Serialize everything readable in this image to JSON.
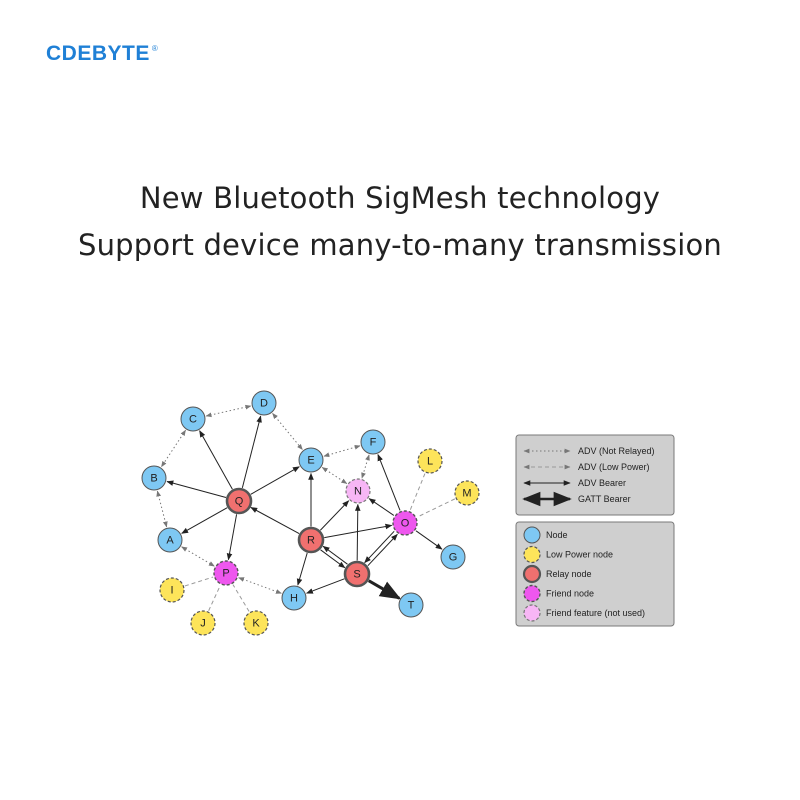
{
  "brand": {
    "name": "CDEBYTE",
    "mark": "®"
  },
  "headline": {
    "line1": "New Bluetooth SigMesh technology",
    "line2": "Support device many-to-many transmission"
  },
  "colors": {
    "brand": "#1f80d6",
    "node": "#7ec8f3",
    "low_power": "#fde45a",
    "relay": "#f0706f",
    "friend": "#ee57ee",
    "friend_unused": "#f7b6f5",
    "legend_bg": "#cfcfcf"
  },
  "nodes": [
    {
      "id": "A",
      "type": "node"
    },
    {
      "id": "B",
      "type": "node"
    },
    {
      "id": "C",
      "type": "node"
    },
    {
      "id": "D",
      "type": "node"
    },
    {
      "id": "E",
      "type": "node"
    },
    {
      "id": "F",
      "type": "node"
    },
    {
      "id": "G",
      "type": "node"
    },
    {
      "id": "H",
      "type": "node"
    },
    {
      "id": "T",
      "type": "node"
    },
    {
      "id": "Q",
      "type": "relay"
    },
    {
      "id": "R",
      "type": "relay"
    },
    {
      "id": "S",
      "type": "relay"
    },
    {
      "id": "P",
      "type": "friend"
    },
    {
      "id": "O",
      "type": "friend"
    },
    {
      "id": "N",
      "type": "friend_unused"
    },
    {
      "id": "I",
      "type": "low_power"
    },
    {
      "id": "J",
      "type": "low_power"
    },
    {
      "id": "K",
      "type": "low_power"
    },
    {
      "id": "L",
      "type": "low_power"
    },
    {
      "id": "M",
      "type": "low_power"
    }
  ],
  "edges": [
    {
      "from": "C",
      "to": "D",
      "kind": "adv_not_relayed"
    },
    {
      "from": "C",
      "to": "B",
      "kind": "adv_not_relayed"
    },
    {
      "from": "B",
      "to": "A",
      "kind": "adv_not_relayed"
    },
    {
      "from": "D",
      "to": "E",
      "kind": "adv_not_relayed"
    },
    {
      "from": "E",
      "to": "F",
      "kind": "adv_not_relayed"
    },
    {
      "from": "F",
      "to": "N",
      "kind": "adv_not_relayed"
    },
    {
      "from": "E",
      "to": "N",
      "kind": "adv_not_relayed"
    },
    {
      "from": "A",
      "to": "P",
      "kind": "adv_not_relayed"
    },
    {
      "from": "P",
      "to": "H",
      "kind": "adv_not_relayed"
    },
    {
      "from": "I",
      "to": "P",
      "kind": "adv_low_power"
    },
    {
      "from": "J",
      "to": "P",
      "kind": "adv_low_power"
    },
    {
      "from": "K",
      "to": "P",
      "kind": "adv_low_power"
    },
    {
      "from": "L",
      "to": "O",
      "kind": "adv_low_power"
    },
    {
      "from": "M",
      "to": "O",
      "kind": "adv_low_power"
    },
    {
      "from": "Q",
      "to": "C",
      "kind": "adv_bearer"
    },
    {
      "from": "Q",
      "to": "D",
      "kind": "adv_bearer"
    },
    {
      "from": "Q",
      "to": "B",
      "kind": "adv_bearer"
    },
    {
      "from": "Q",
      "to": "A",
      "kind": "adv_bearer"
    },
    {
      "from": "Q",
      "to": "E",
      "kind": "adv_bearer"
    },
    {
      "from": "Q",
      "to": "P",
      "kind": "adv_bearer"
    },
    {
      "from": "R",
      "to": "Q",
      "kind": "adv_bearer"
    },
    {
      "from": "R",
      "to": "E",
      "kind": "adv_bearer"
    },
    {
      "from": "R",
      "to": "N",
      "kind": "adv_bearer"
    },
    {
      "from": "R",
      "to": "O",
      "kind": "adv_bearer"
    },
    {
      "from": "R",
      "to": "H",
      "kind": "adv_bearer"
    },
    {
      "from": "R",
      "to": "S",
      "kind": "adv_bearer"
    },
    {
      "from": "S",
      "to": "R",
      "kind": "adv_bearer"
    },
    {
      "from": "S",
      "to": "N",
      "kind": "adv_bearer"
    },
    {
      "from": "S",
      "to": "O",
      "kind": "adv_bearer"
    },
    {
      "from": "S",
      "to": "H",
      "kind": "adv_bearer"
    },
    {
      "from": "O",
      "to": "F",
      "kind": "adv_bearer"
    },
    {
      "from": "O",
      "to": "G",
      "kind": "adv_bearer"
    },
    {
      "from": "O",
      "to": "N",
      "kind": "adv_bearer"
    },
    {
      "from": "O",
      "to": "S",
      "kind": "adv_bearer"
    },
    {
      "from": "S",
      "to": "T",
      "kind": "gatt_bearer"
    }
  ],
  "legend": {
    "links": [
      {
        "kind": "adv_not_relayed",
        "label": "ADV (Not Relayed)"
      },
      {
        "kind": "adv_low_power",
        "label": "ADV (Low Power)"
      },
      {
        "kind": "adv_bearer",
        "label": "ADV Bearer"
      },
      {
        "kind": "gatt_bearer",
        "label": "GATT Bearer"
      }
    ],
    "nodes": [
      {
        "type": "node",
        "label": "Node"
      },
      {
        "type": "low_power",
        "label": "Low Power node"
      },
      {
        "type": "relay",
        "label": "Relay node"
      },
      {
        "type": "friend",
        "label": "Friend node"
      },
      {
        "type": "friend_unused",
        "label": "Friend feature (not used)"
      }
    ]
  }
}
